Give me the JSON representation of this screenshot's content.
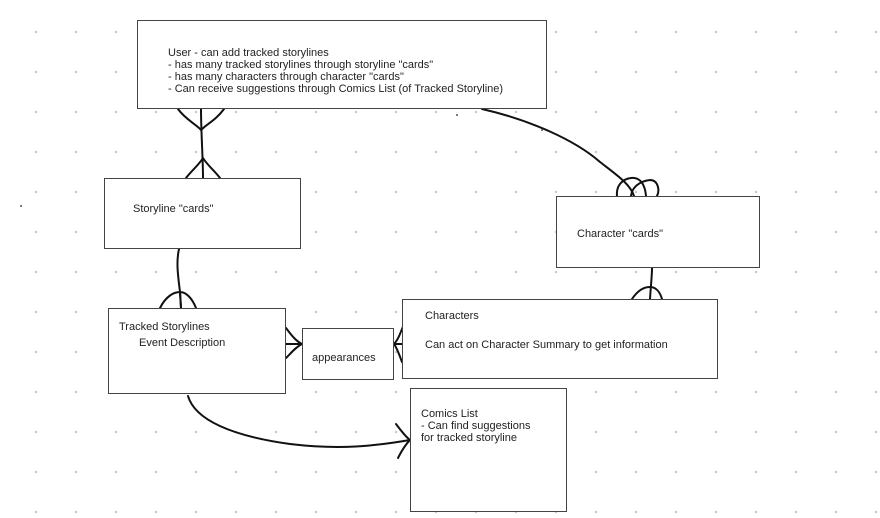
{
  "boxes": {
    "user": {
      "lines": [
        "User - can add tracked storylines",
        "- has many tracked storylines through storyline \"cards\"",
        "- has many characters through character \"cards\"",
        "- Can receive suggestions through Comics List (of Tracked Storyline)"
      ]
    },
    "storyline_cards": {
      "label": "Storyline \"cards\""
    },
    "character_cards": {
      "label": "Character \"cards\""
    },
    "tracked_storylines": {
      "lines": [
        "Tracked Storylines",
        "Event Description"
      ]
    },
    "appearances": {
      "label": "appearances"
    },
    "characters": {
      "lines": [
        "Characters",
        "Can act on Character Summary to get information"
      ]
    },
    "comics_list": {
      "lines": [
        "Comics List",
        "- Can find suggestions",
        "for tracked storyline"
      ]
    }
  },
  "colors": {
    "background": "#ffffff",
    "grid_dot": "#c9c9c9",
    "stroke": "#111111",
    "box_border": "#444444"
  }
}
